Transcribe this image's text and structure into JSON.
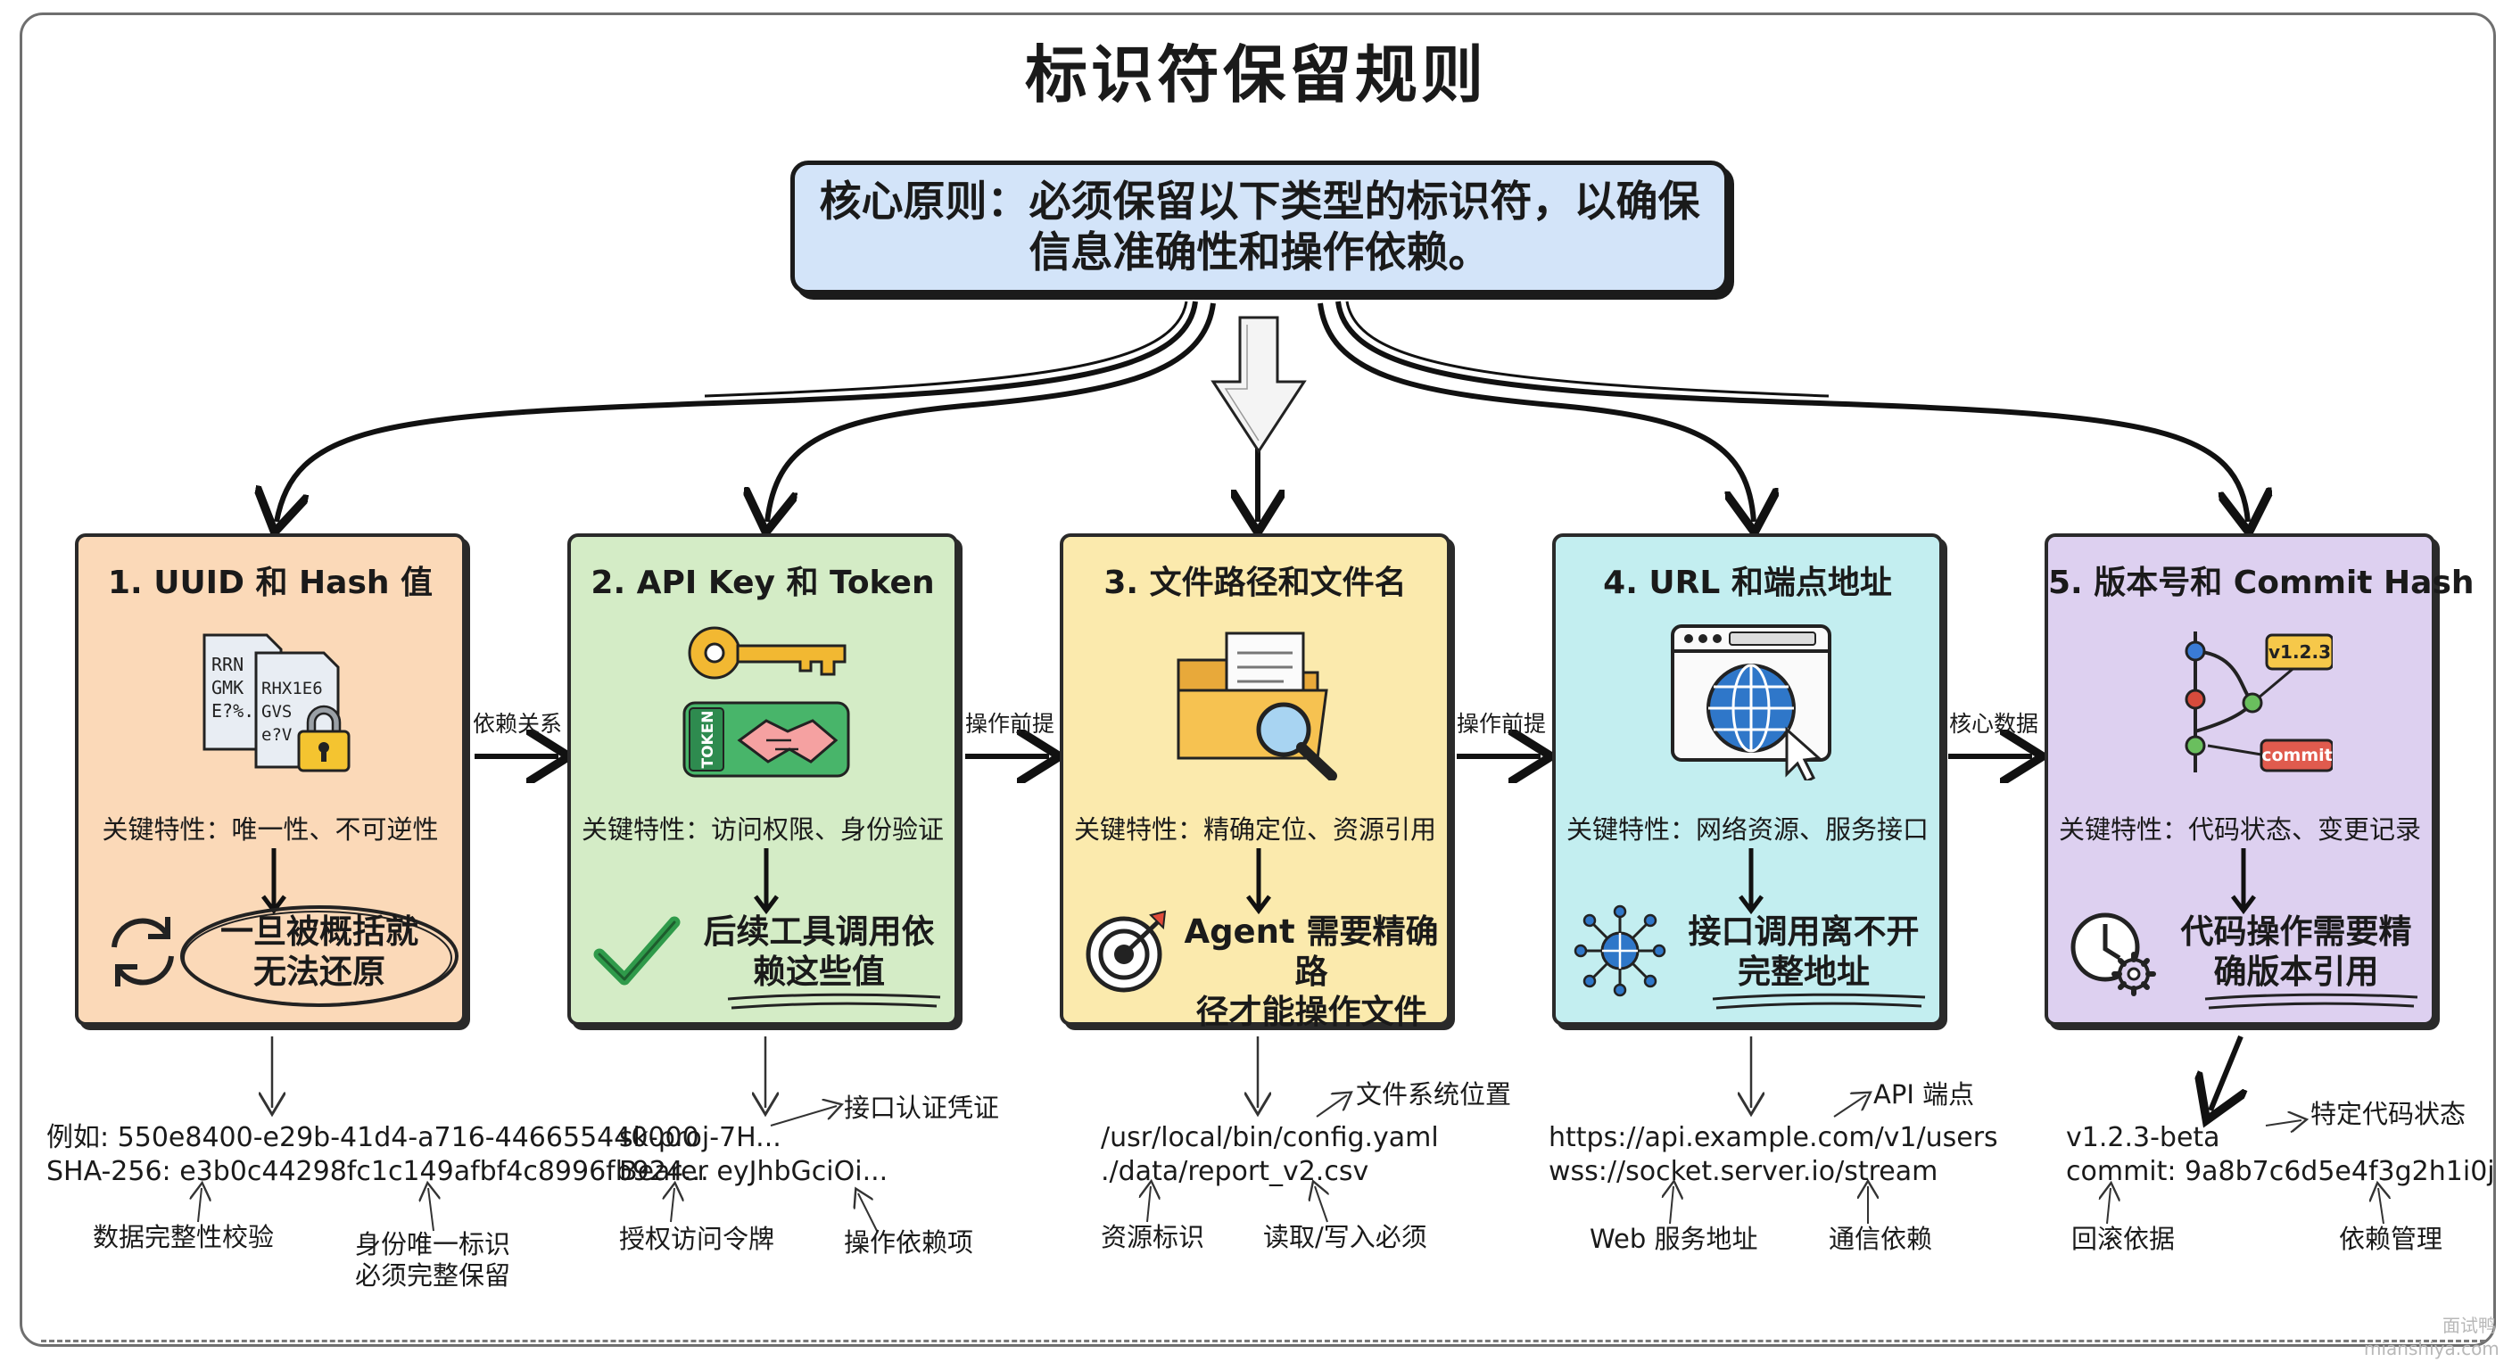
{
  "title": "标识符保留规则",
  "core_principle": "核心原则：必须保留以下类型的标识符，以确保\n信息准确性和操作依赖。",
  "cards": [
    {
      "title": "1. UUID 和 Hash 值",
      "bg": "#fbd9b8",
      "feature": "关键特性：唯一性、不可逆性",
      "consequence": "一旦被概括就\n无法还原",
      "icon_text_a": "RRN\nGMK\nE?%.",
      "icon_text_b": "RHX1E6\nGVS\ne?V",
      "examples": [
        "例如: 550e8400-e29b-41d4-a716-446655440000",
        "SHA-256: e3b0c44298fc1c149afbf4c8996fb924..."
      ],
      "notes": [
        "数据完整性校验",
        "身份唯一标识\n必须完整保留"
      ]
    },
    {
      "title": "2. API Key 和 Token",
      "bg": "#d4ecc6",
      "feature": "关键特性：访问权限、身份验证",
      "consequence": "后续工具调用依\n赖这些值",
      "icon_text_a": "TOKEN",
      "examples": [
        "sk-proj-7H...",
        "Bearer eyJhbGciOi..."
      ],
      "notes": [
        "接口认证凭证",
        "授权访问令牌",
        "操作依赖项"
      ]
    },
    {
      "title": "3. 文件路径和文件名",
      "bg": "#fbeaad",
      "feature": "关键特性：精确定位、资源引用",
      "consequence": "Agent 需要精确路\n径才能操作文件",
      "examples": [
        "/usr/local/bin/config.yaml",
        "./data/report_v2.csv"
      ],
      "notes": [
        "文件系统位置",
        "资源标识",
        "读取/写入必须"
      ]
    },
    {
      "title": "4. URL 和端点地址",
      "bg": "#c3eef0",
      "feature": "关键特性：网络资源、服务接口",
      "consequence": "接口调用离不开\n完整地址",
      "examples": [
        "https://api.example.com/v1/users",
        "wss://socket.server.io/stream"
      ],
      "notes": [
        "API 端点",
        "Web 服务地址",
        "通信依赖"
      ]
    },
    {
      "title": "5. 版本号和 Commit Hash",
      "bg": "#ddd0f0",
      "feature": "关键特性：代码状态、变更记录",
      "consequence": "代码操作需要精\n确版本引用",
      "icon_text_a": "v1.2.3",
      "icon_text_b": "commit",
      "examples": [
        "v1.2.3-beta",
        "commit: 9a8b7c6d5e4f3g2h1i0j"
      ],
      "notes": [
        "特定代码状态",
        "回滚依据",
        "依赖管理"
      ]
    }
  ],
  "relations": [
    "依赖关系",
    "操作前提",
    "操作前提",
    "核心数据"
  ],
  "watermark": [
    "面试鸭",
    "mianshiya.com"
  ],
  "icons": [
    "documents-lock-icon",
    "key-handshake-icon",
    "folder-search-icon",
    "browser-globe-icon",
    "git-branch-icon",
    "refresh-icon",
    "checkmark-icon",
    "target-icon",
    "network-icon",
    "clock-gear-icon"
  ]
}
